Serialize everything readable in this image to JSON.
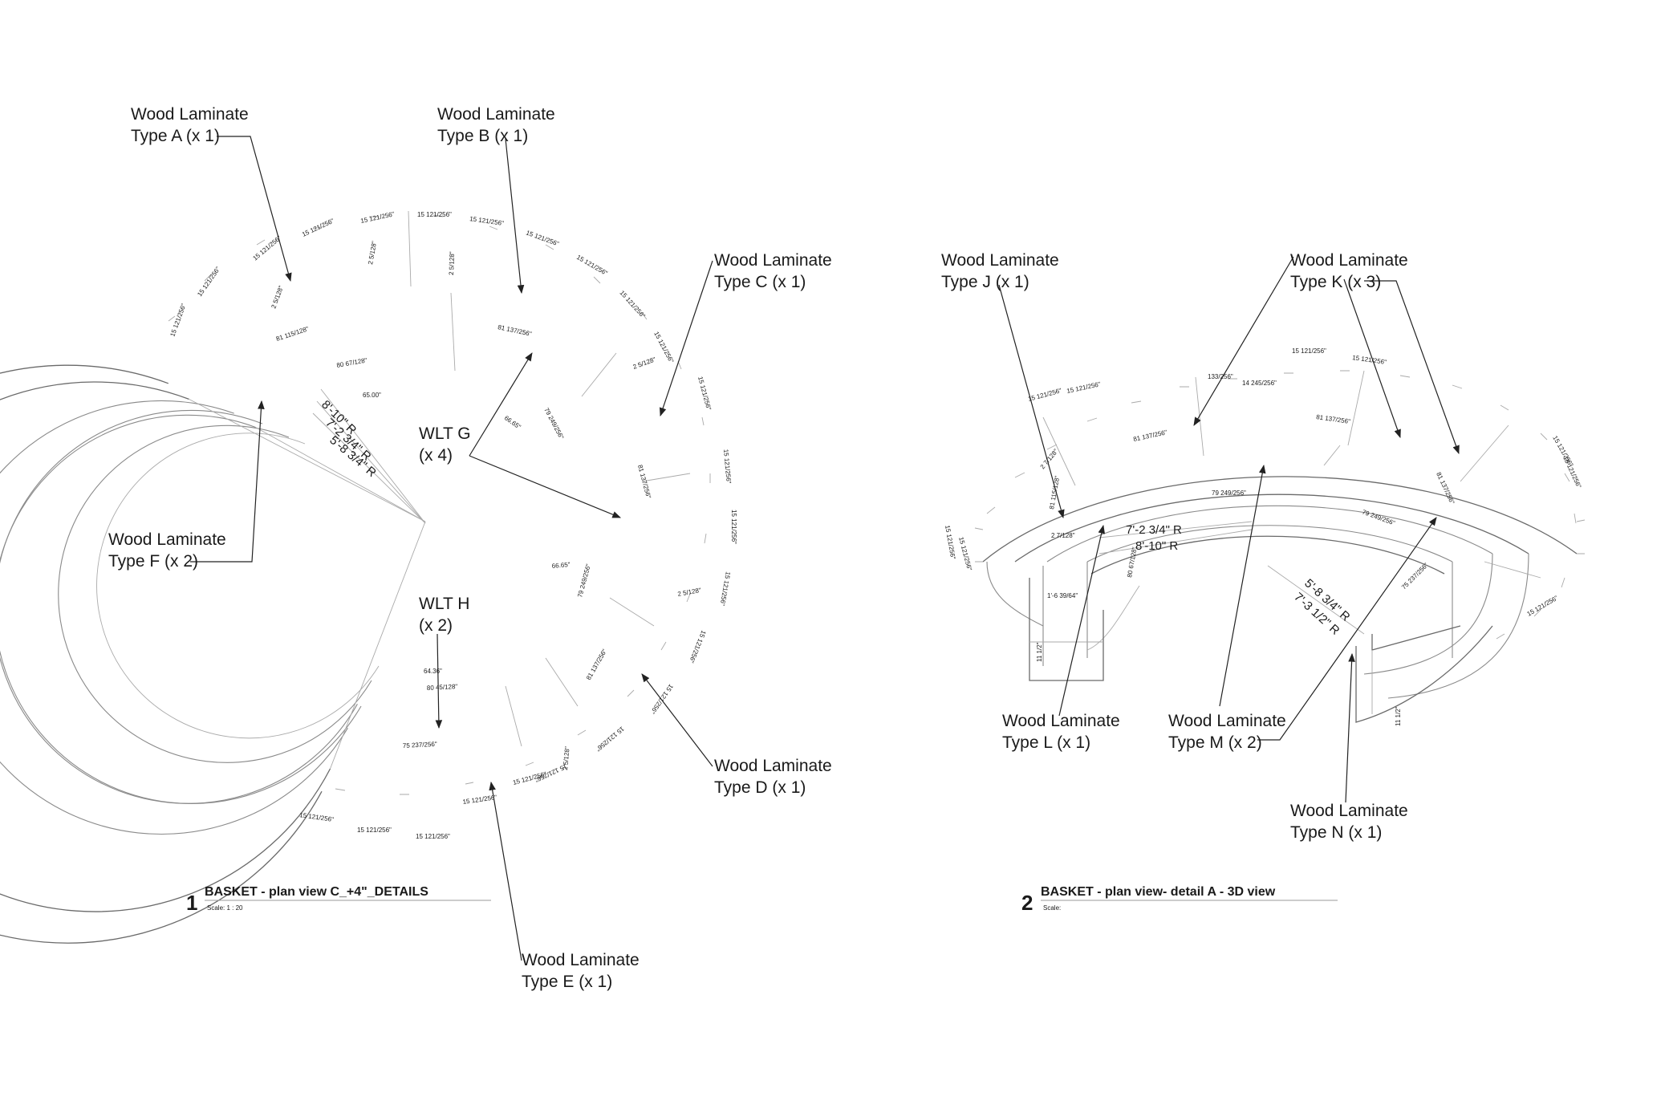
{
  "view1": {
    "number": "1",
    "title": "BASKET -  plan view C_+4\"_DETAILS",
    "scale": "Scale: 1 : 20",
    "callouts": {
      "a": [
        "Wood Laminate",
        "Type A (x 1)"
      ],
      "b": [
        "Wood Laminate",
        "Type B (x 1)"
      ],
      "c": [
        "Wood Laminate",
        "Type C (x 1)"
      ],
      "d": [
        "Wood Laminate",
        "Type D (x 1)"
      ],
      "e": [
        "Wood Laminate",
        "Type E (x 1)"
      ],
      "f": [
        "Wood Laminate",
        "Type F (x 2)"
      ],
      "g": [
        "WLT G",
        "(x 4)"
      ],
      "h": [
        "WLT H",
        "(x 2)"
      ]
    },
    "radii": [
      "8'-10\" R",
      "7'-2 3/4\" R",
      "5'-8 3/4\" R"
    ],
    "dims": {
      "seg": "15 121/256\"",
      "joint": "2 5/128\"",
      "outer_top": "81 137/256\"",
      "outer_left": "81 115/128\"",
      "outer_right": "81 137/256\"",
      "outer_bottom": "81 137/256\"",
      "mid_top": "80 67/128\"",
      "mid_right": "79 249/256\"",
      "mid_bottom": "80 45/128\"",
      "inner_top": "65.00\"",
      "inner_right": "66.65\"",
      "inner_bottom": "64.36\"",
      "inner_mid": "66.65\"",
      "base": "75 237/256\""
    }
  },
  "view2": {
    "number": "2",
    "title": "BASKET -  plan view- detail A - 3D view",
    "scale": "Scale:",
    "callouts": {
      "j": [
        "Wood Laminate",
        "Type J (x 1)"
      ],
      "k": [
        "Wood Laminate",
        "Type K (x 3)"
      ],
      "l": [
        "Wood Laminate",
        "Type L (x 1)"
      ],
      "m": [
        "Wood Laminate",
        "Type M (x 2)"
      ],
      "n": [
        "Wood Laminate",
        "Type N (x 1)"
      ]
    },
    "radii_left": [
      "7'-2 3/4\" R",
      "8'-10\" R"
    ],
    "radii_right": [
      "5'-8 3/4\" R",
      "7'-3 1/2\" R"
    ],
    "dims": {
      "seg": "15 121/256\"",
      "back_a": "133/256\"",
      "back_b": "14 245/256\"",
      "outer": "81 137/256\"",
      "mid": "79 249/256\"",
      "left": "81 115/128\"",
      "right": "81 137/256\"",
      "small": "2 7/128\"",
      "front": "1'-6 39/64\"",
      "height": "11 1/2\"",
      "low": "80 67/128\"",
      "side": "75 237/256\""
    }
  }
}
